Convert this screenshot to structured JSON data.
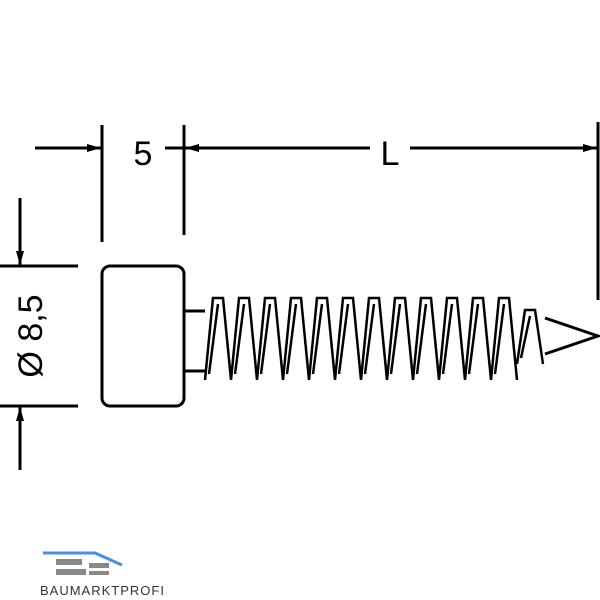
{
  "dimensions": {
    "head_length": "5",
    "screw_length": "L",
    "head_diameter": "Ø 8,5"
  },
  "logo": {
    "text": "BAUMARKTPROFI",
    "accent": "#4a8fe0",
    "gray": "#777777"
  }
}
